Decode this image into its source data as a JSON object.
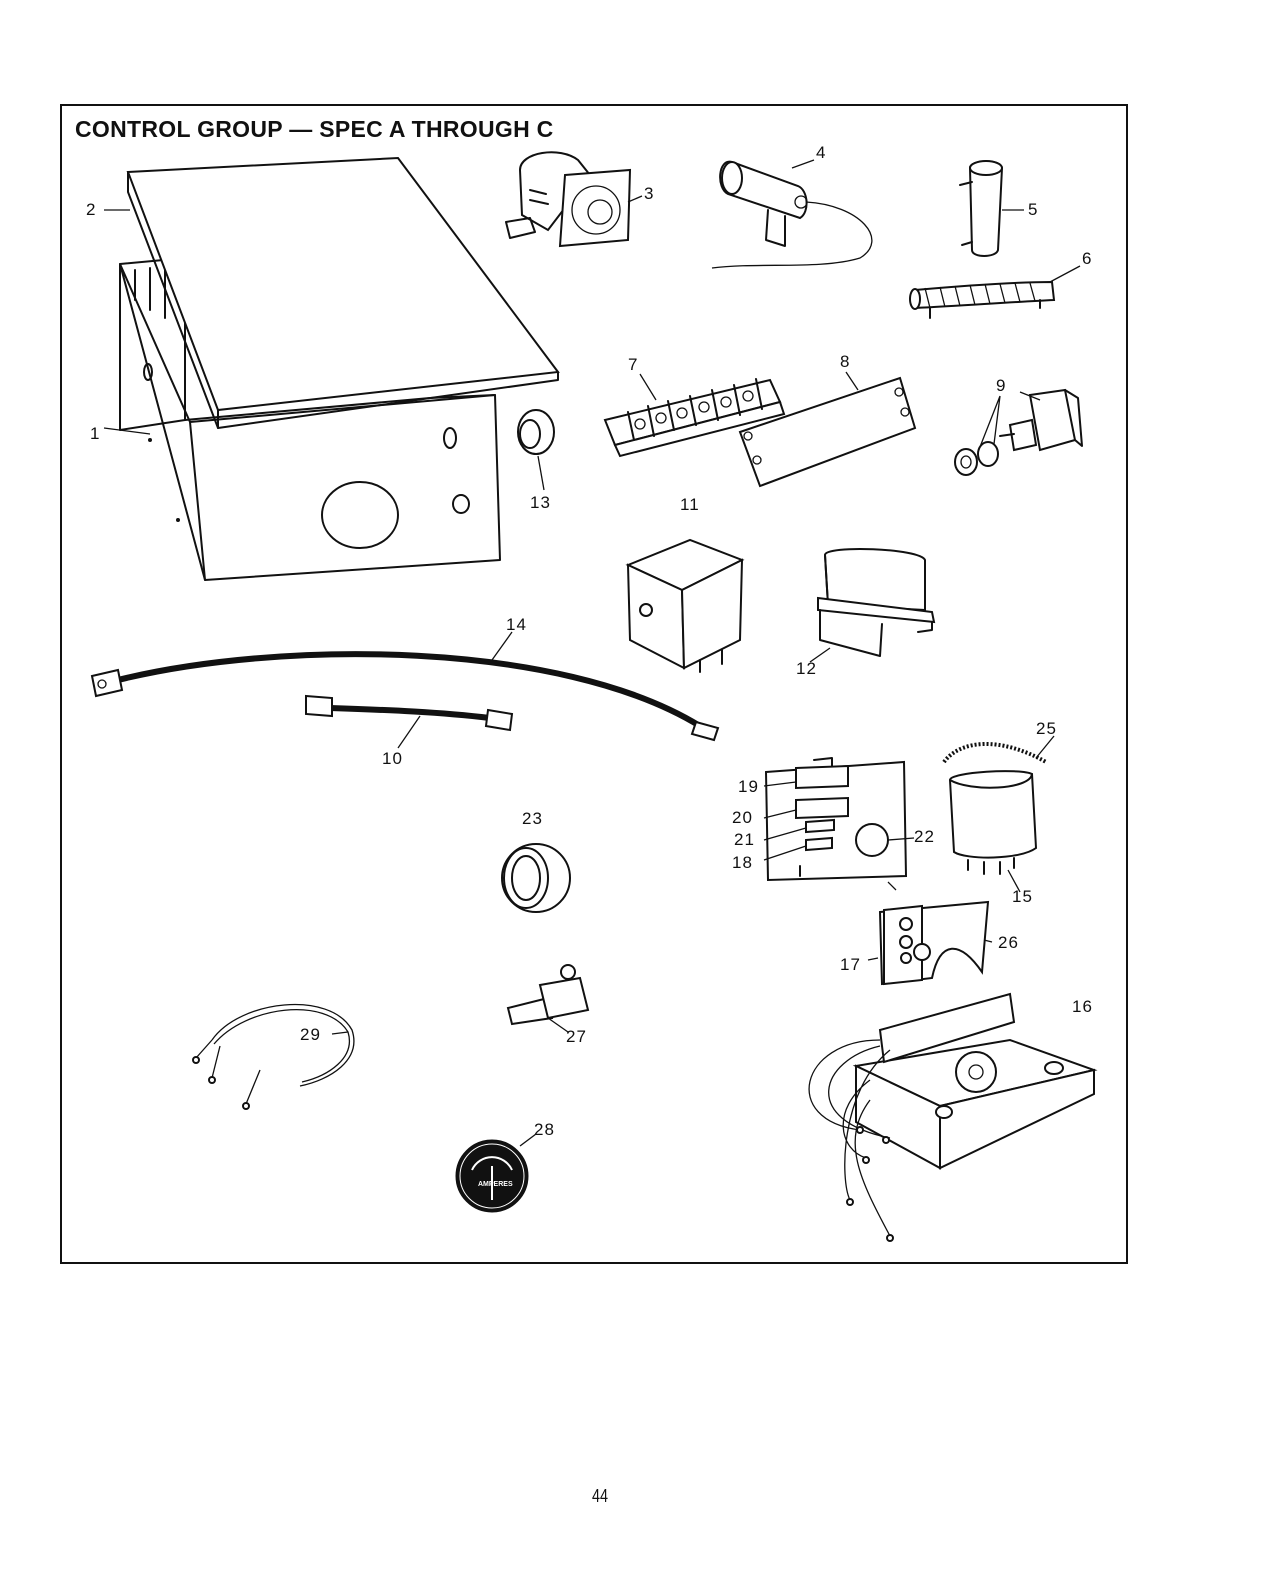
{
  "title": "CONTROL GROUP — SPEC A THROUGH C",
  "page_number": "44",
  "gauge": {
    "word": "AMPERES"
  },
  "callouts": [
    {
      "id": "c1",
      "label": "1"
    },
    {
      "id": "c2",
      "label": "2"
    },
    {
      "id": "c3",
      "label": "3"
    },
    {
      "id": "c4",
      "label": "4"
    },
    {
      "id": "c5",
      "label": "5"
    },
    {
      "id": "c6",
      "label": "6"
    },
    {
      "id": "c7",
      "label": "7"
    },
    {
      "id": "c8",
      "label": "8"
    },
    {
      "id": "c9",
      "label": "9"
    },
    {
      "id": "c10",
      "label": "10"
    },
    {
      "id": "c11",
      "label": "11"
    },
    {
      "id": "c12",
      "label": "12"
    },
    {
      "id": "c13",
      "label": "13"
    },
    {
      "id": "c14",
      "label": "14"
    },
    {
      "id": "c15",
      "label": "15"
    },
    {
      "id": "c16",
      "label": "16"
    },
    {
      "id": "c17",
      "label": "17"
    },
    {
      "id": "c18",
      "label": "18"
    },
    {
      "id": "c19",
      "label": "19"
    },
    {
      "id": "c20",
      "label": "20"
    },
    {
      "id": "c21",
      "label": "21"
    },
    {
      "id": "c22",
      "label": "22"
    },
    {
      "id": "c23",
      "label": "23"
    },
    {
      "id": "c25",
      "label": "25"
    },
    {
      "id": "c26",
      "label": "26"
    },
    {
      "id": "c27",
      "label": "27"
    },
    {
      "id": "c28",
      "label": "28"
    },
    {
      "id": "c29",
      "label": "29"
    }
  ]
}
